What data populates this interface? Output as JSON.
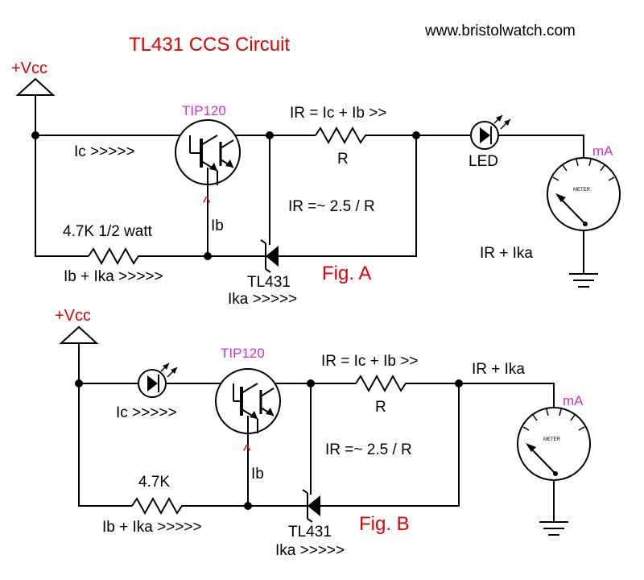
{
  "title": "TL431 CCS Circuit",
  "website": "www.bristolwatch.com",
  "colors": {
    "title": "#e00000",
    "transistor_label": "#cc33cc",
    "wire": "#000000",
    "arrow": "#e00000"
  },
  "fig_a": {
    "vcc": "+Vcc",
    "transistor": "TIP120",
    "ir_eq": "IR = Ic + Ib >>",
    "resistor": "R",
    "led": "LED",
    "meter_unit": "mA",
    "meter_face": "METER",
    "ic": "Ic >>>>>",
    "ib_arrow": "^",
    "ib": "Ib",
    "ir_approx": "IR =~ 2.5 / R",
    "base_resistor": "4.7K 1/2 watt",
    "ib_ika": "Ib + Ika >>>>>",
    "ir_ika": "IR  + Ika",
    "tl431": "TL431",
    "ika": "Ika >>>>>",
    "fig": "Fig. A"
  },
  "fig_b": {
    "vcc": "+Vcc",
    "transistor": "TIP120",
    "ir_eq": "IR = Ic + Ib >>",
    "resistor": "R",
    "ir_ika": "IR  + Ika",
    "meter_unit": "mA",
    "meter_face": "METER",
    "ic": "Ic >>>>>",
    "ib_arrow": "^",
    "ib": "Ib",
    "ir_approx": "IR =~ 2.5 / R",
    "base_resistor": "4.7K",
    "ib_ika": "Ib + Ika >>>>>",
    "tl431": "TL431",
    "ika": "Ika >>>>>",
    "fig": "Fig. B"
  }
}
